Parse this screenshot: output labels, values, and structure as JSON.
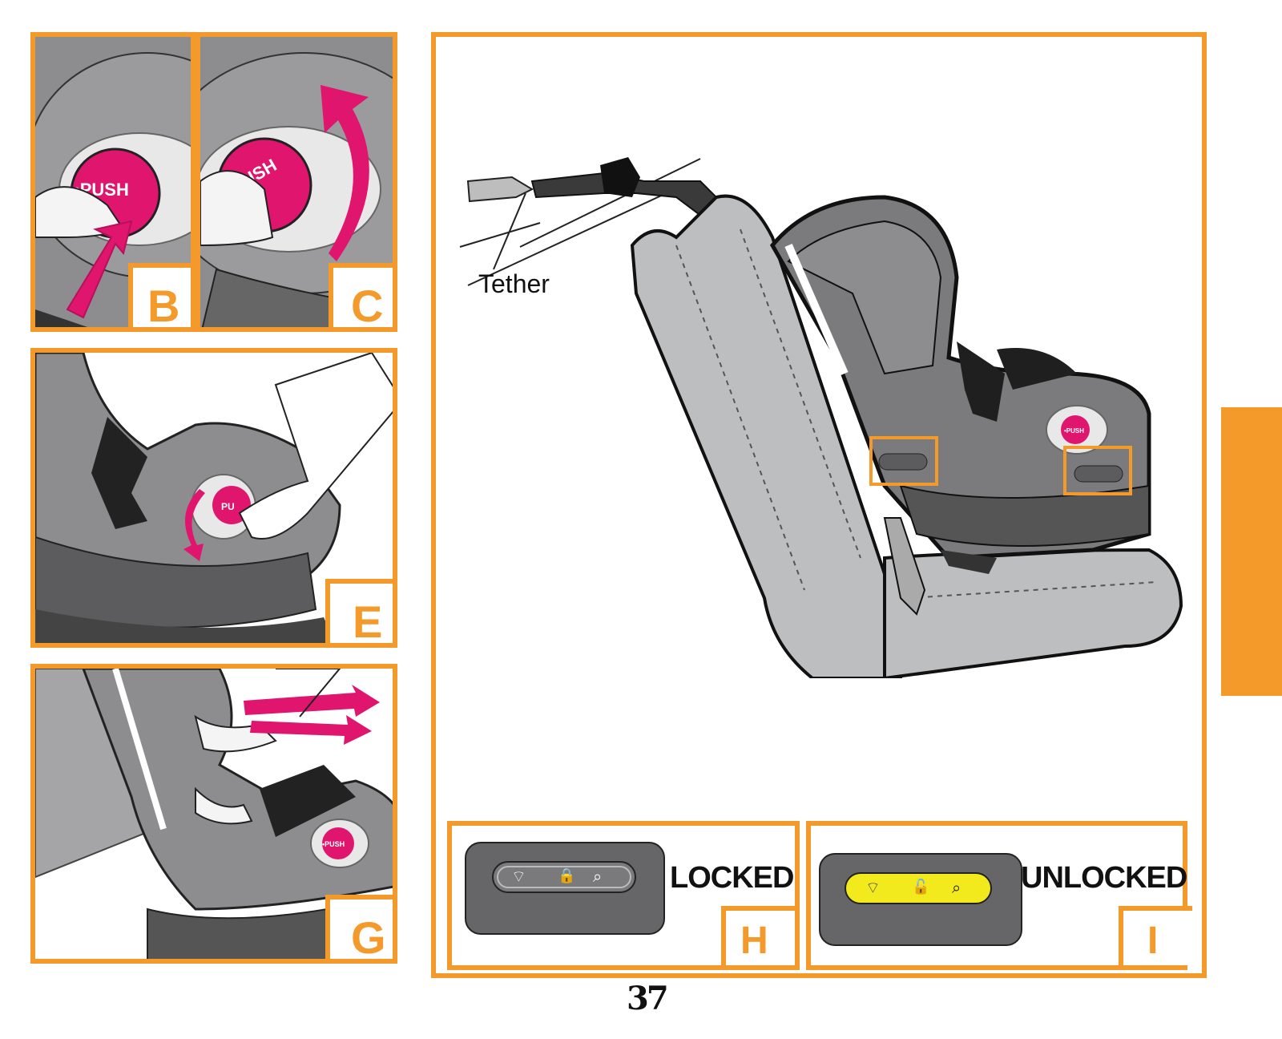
{
  "panels": {
    "b": {
      "letter": "B",
      "push_text": "•PUSH"
    },
    "c": {
      "letter": "C",
      "push_text": "PUSH"
    },
    "e": {
      "letter": "E",
      "push_text": "PU"
    },
    "g": {
      "letter": "G",
      "push_text": "•PUSH"
    }
  },
  "main": {
    "tether_label": "Tether",
    "push_text": "•PUSH"
  },
  "status": {
    "locked": {
      "word": "LOCKED",
      "letter": "H"
    },
    "unlocked": {
      "word": "UNLOCKED",
      "letter": "I"
    }
  },
  "page_number": "37",
  "colors": {
    "accent": "#f39a2b",
    "push": "#e0156e",
    "seat_gray": "#8a8a8c",
    "unlocked_yellow": "#f2ea1c"
  },
  "icons": [
    "push-button-icon",
    "rotate-arrow-icon",
    "lock-icon",
    "unlock-icon",
    "push-arrow-icon"
  ]
}
